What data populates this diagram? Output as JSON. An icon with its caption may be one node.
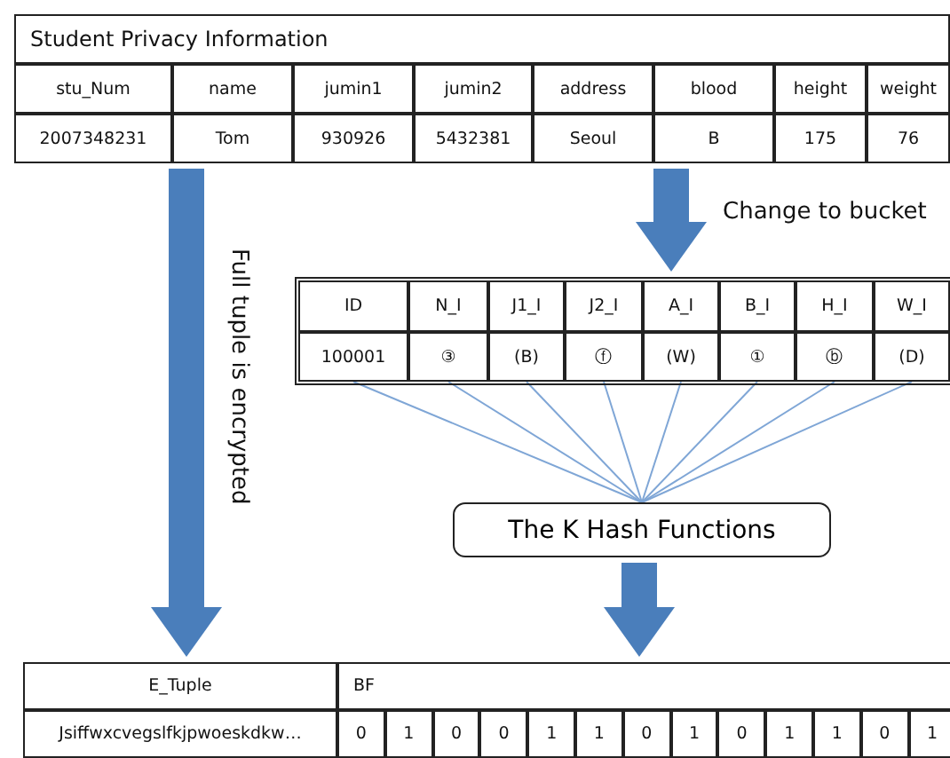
{
  "diagram": {
    "nodes": [
      {
        "text": [
          "Student  Privacy Information",
          "stu_Num",
          "name",
          "jumin1",
          "jumin2",
          "address",
          "blood",
          "height",
          "weight",
          "2007348231",
          "Tom",
          "930926",
          "5432381",
          "Seoul",
          "B",
          "175",
          "76"
        ]
      },
      {
        "text": [
          "ID",
          "N_I",
          "J1_I",
          "J2_I",
          "A_I",
          "B_I",
          "H_I",
          "W_I"
        ]
      },
      {
        "text": [
          "100001"
        ],
        "in": 1
      },
      {
        "text": [
          "③"
        ],
        "in": 1
      },
      {
        "text": [
          "(B)"
        ],
        "in": 1
      },
      {
        "text": [
          "ⓕ"
        ],
        "in": 1
      },
      {
        "text": [
          "(W)"
        ],
        "in": 1
      },
      {
        "text": [
          "①"
        ],
        "in": 1
      },
      {
        "text": [
          "ⓑ"
        ],
        "in": 1
      },
      {
        "text": [
          "(D)"
        ],
        "in": 1
      },
      {
        "text": [
          "The K Hash Functions"
        ]
      },
      {
        "text": [
          "E_Tuple",
          "BF",
          "Jsiffwxcvegslfkjpwoeskdkw…",
          "0",
          "1",
          "0",
          "0",
          "1",
          "1",
          "0",
          "1",
          "0",
          "1",
          "1",
          "0",
          "1"
        ]
      }
    ],
    "edges": [
      {
        "from": 0,
        "to": 11,
        "arrow": "to",
        "label": "Full tuple is encrypted",
        "style": "thick",
        "color": "#4a7ebb"
      },
      {
        "from": 0,
        "to": 1,
        "arrow": "to",
        "label": "Change to bucket",
        "style": "thick",
        "color": "#4a7ebb"
      },
      {
        "from": 2,
        "to": 10,
        "arrow": "none"
      },
      {
        "from": 3,
        "to": 10,
        "arrow": "none"
      },
      {
        "from": 4,
        "to": 10,
        "arrow": "none"
      },
      {
        "from": 5,
        "to": 10,
        "arrow": "none"
      },
      {
        "from": 6,
        "to": 10,
        "arrow": "none"
      },
      {
        "from": 7,
        "to": 10,
        "arrow": "none"
      },
      {
        "from": 8,
        "to": 10,
        "arrow": "none"
      },
      {
        "from": 9,
        "to": 10,
        "arrow": "none"
      },
      {
        "from": 10,
        "to": 11,
        "arrow": "to",
        "style": "thick",
        "color": "#4a7ebb"
      }
    ]
  }
}
